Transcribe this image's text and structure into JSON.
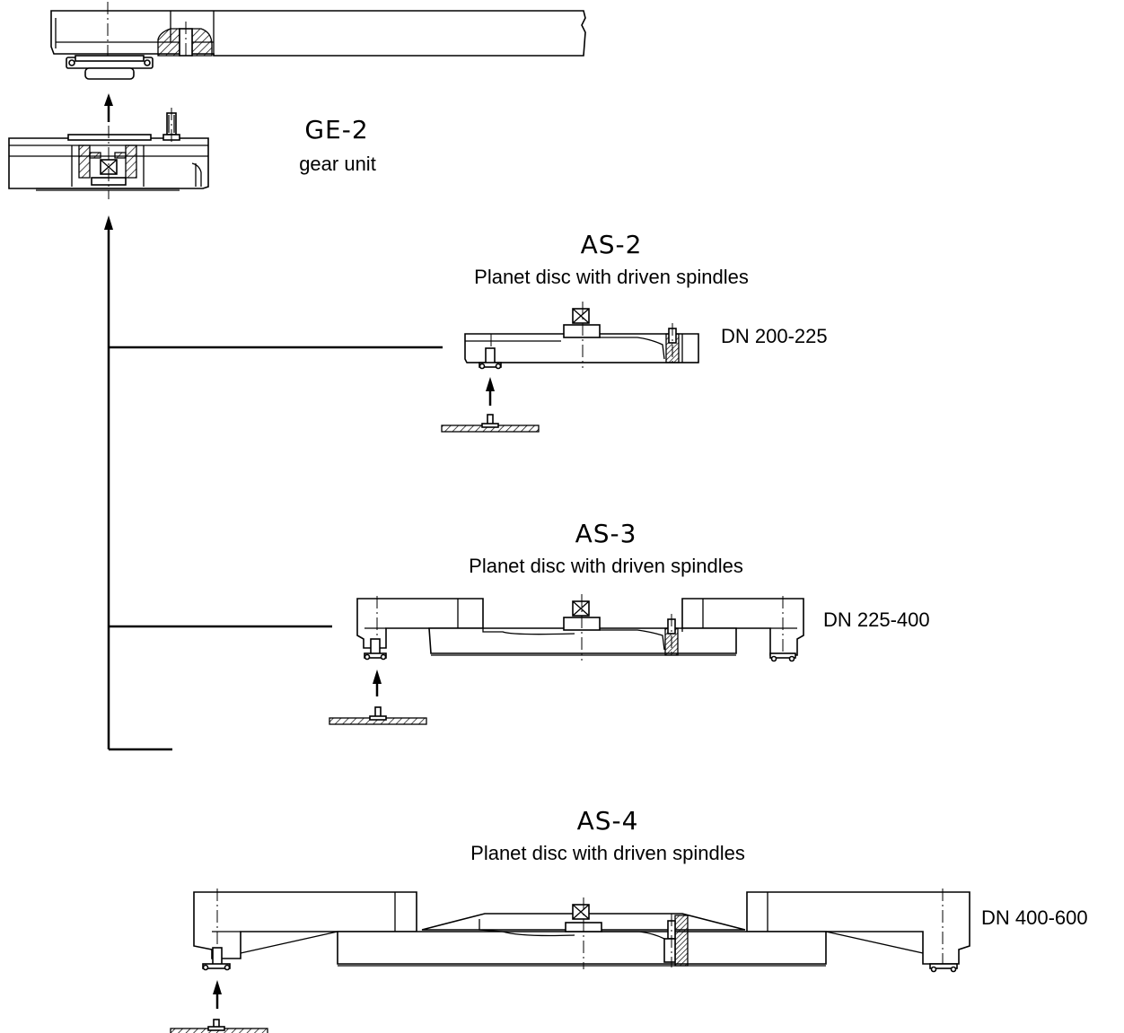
{
  "gear_unit": {
    "code": "GE-2",
    "name": "gear unit"
  },
  "discs": [
    {
      "code": "AS-2",
      "name": "Planet disc with driven spindles",
      "size": "DN 200-225"
    },
    {
      "code": "AS-3",
      "name": "Planet disc with driven spindles",
      "size": "DN 225-400"
    },
    {
      "code": "AS-4",
      "name": "Planet disc with driven spindles",
      "size": "DN 400-600"
    }
  ]
}
